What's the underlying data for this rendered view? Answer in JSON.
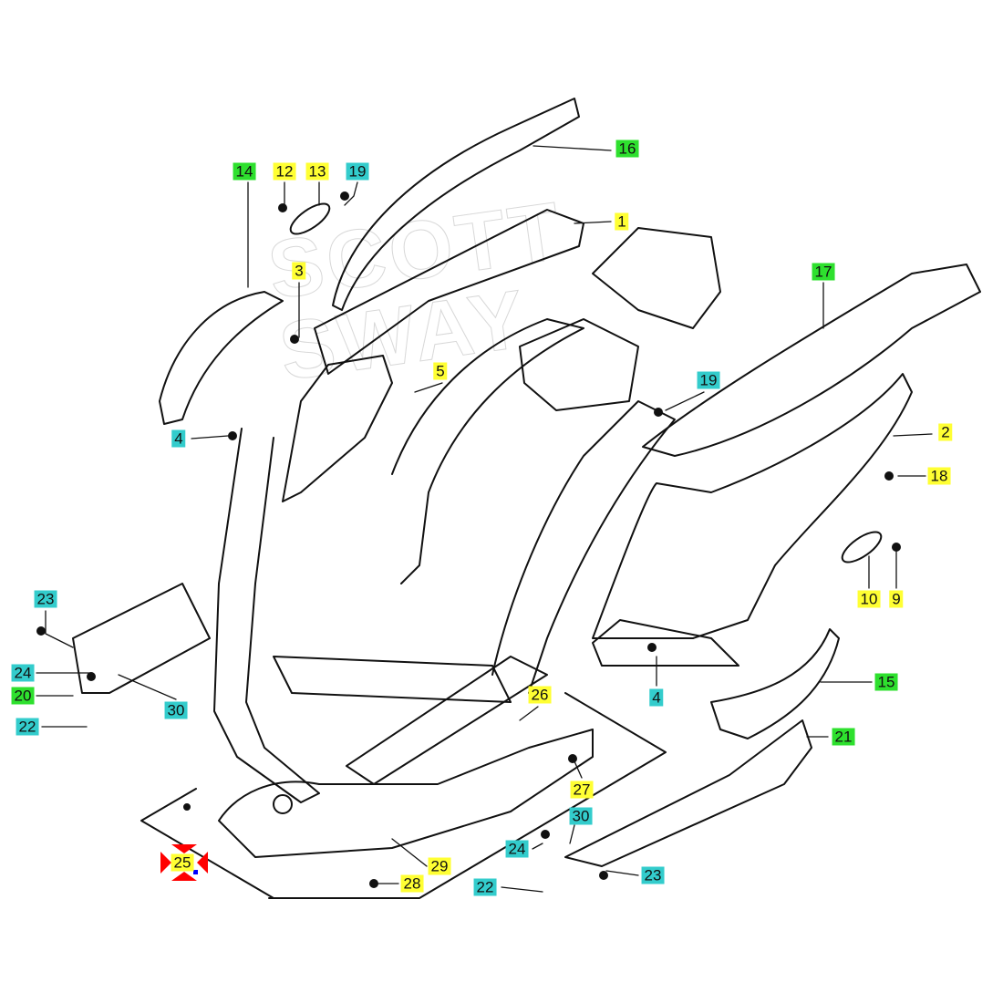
{
  "title": "Scooter body frame and side panels exploded parts diagram",
  "watermark": "SCOTT SWAY",
  "colors": {
    "green": "#2ee02e",
    "yellow": "#ffff33",
    "cyan": "#33cccc",
    "marker": "#ff0000"
  },
  "labels": [
    {
      "text": "16",
      "color": "green"
    },
    {
      "text": "14",
      "color": "green"
    },
    {
      "text": "12",
      "color": "yellow"
    },
    {
      "text": "13",
      "color": "yellow"
    },
    {
      "text": "19",
      "color": "cyan"
    },
    {
      "text": "1",
      "color": "yellow"
    },
    {
      "text": "3",
      "color": "yellow"
    },
    {
      "text": "17",
      "color": "green"
    },
    {
      "text": "5",
      "color": "yellow"
    },
    {
      "text": "19",
      "color": "cyan"
    },
    {
      "text": "4",
      "color": "cyan"
    },
    {
      "text": "2",
      "color": "yellow"
    },
    {
      "text": "18",
      "color": "yellow"
    },
    {
      "text": "10",
      "color": "yellow"
    },
    {
      "text": "9",
      "color": "yellow"
    },
    {
      "text": "23",
      "color": "cyan"
    },
    {
      "text": "24",
      "color": "cyan"
    },
    {
      "text": "20",
      "color": "green"
    },
    {
      "text": "22",
      "color": "cyan"
    },
    {
      "text": "30",
      "color": "cyan"
    },
    {
      "text": "4",
      "color": "cyan"
    },
    {
      "text": "15",
      "color": "green"
    },
    {
      "text": "26",
      "color": "yellow"
    },
    {
      "text": "21",
      "color": "green"
    },
    {
      "text": "27",
      "color": "yellow"
    },
    {
      "text": "30",
      "color": "cyan"
    },
    {
      "text": "24",
      "color": "cyan"
    },
    {
      "text": "29",
      "color": "yellow"
    },
    {
      "text": "25",
      "color": "yellow"
    },
    {
      "text": "28",
      "color": "yellow"
    },
    {
      "text": "22",
      "color": "cyan"
    },
    {
      "text": "23",
      "color": "cyan"
    }
  ]
}
